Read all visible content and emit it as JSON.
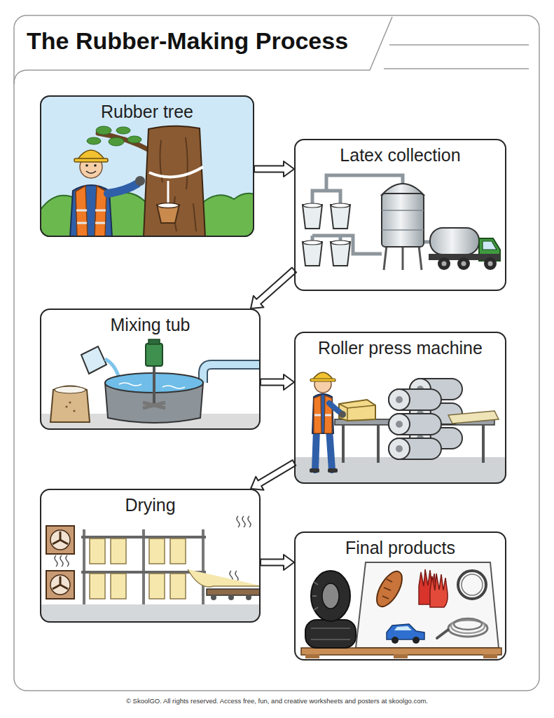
{
  "diagram": {
    "title": "The Rubber-Making Process",
    "nodes": [
      {
        "text": [
          "Rubber tree"
        ]
      },
      {
        "text": [
          "Latex collection"
        ]
      },
      {
        "text": [
          "Mixing tub"
        ]
      },
      {
        "text": [
          "Roller press machine"
        ]
      },
      {
        "text": [
          "Drying"
        ]
      },
      {
        "text": [
          "Final products"
        ]
      }
    ],
    "edges": [
      {
        "from": 0,
        "to": 1,
        "arrow": "to"
      },
      {
        "from": 1,
        "to": 2,
        "arrow": "to"
      },
      {
        "from": 2,
        "to": 3,
        "arrow": "to"
      },
      {
        "from": 3,
        "to": 4,
        "arrow": "to"
      },
      {
        "from": 4,
        "to": 5,
        "arrow": "to"
      }
    ],
    "labels": [
      "© SkoolGO. All rights reserved. Access free, fun, and creative worksheets and posters at skoolgo.com."
    ]
  }
}
